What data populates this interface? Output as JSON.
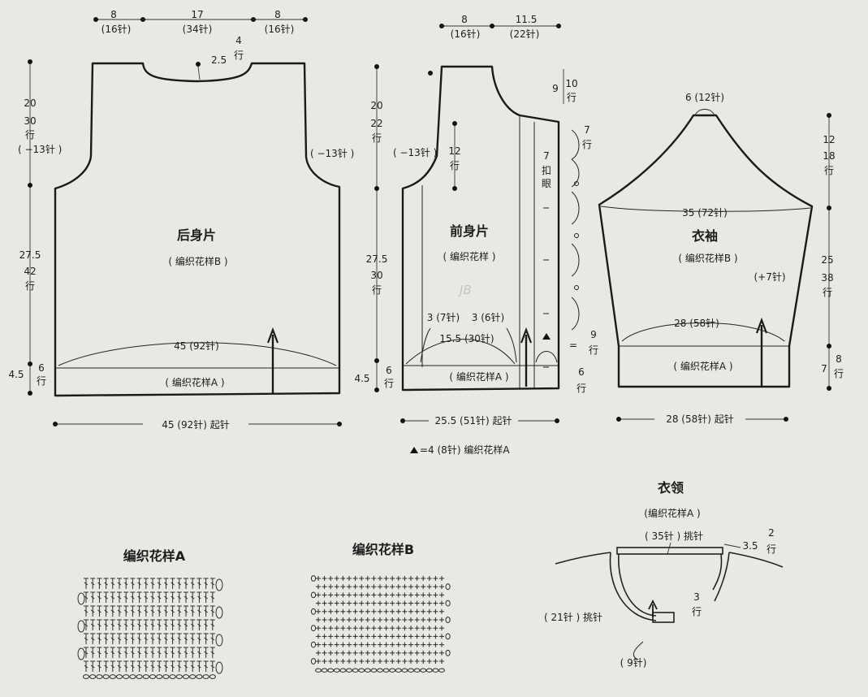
{
  "back": {
    "title": "后身片",
    "pattern_b": "( 编织花样B )",
    "pattern_a": "( 编织花样A )",
    "top_left": "8",
    "top_left_st": "(16针)",
    "top_mid": "17",
    "top_mid_st": "(34针)",
    "top_right": "8",
    "top_right_st": "(16针)",
    "neck_depth": "2.5",
    "neck_rows": "4",
    "neck_rows_unit": "行",
    "armhole_h": "20",
    "armhole_rows": "30",
    "armhole_rows_unit": "行",
    "dec_left": "( −13针 )",
    "dec_right": "( −13针 )",
    "body_h": "27.5",
    "body_rows": "42",
    "body_rows_unit": "行",
    "rib_h": "4.5",
    "rib_rows": "6",
    "rib_rows_unit": "行",
    "width_arc": "45 (92针)",
    "cast_on": "45 (92针) 起针"
  },
  "front": {
    "title": "前身片",
    "pattern_b": "( 编织花样 )",
    "pattern_a": "( 编织花样A )",
    "top_left": "8",
    "top_left_st": "(16针)",
    "top_right": "11.5",
    "top_right_st": "(22针)",
    "neck_h": "9",
    "neck_rows": "10",
    "neck_rows_unit": "行",
    "armhole_h": "20",
    "armhole_rows": "22",
    "armhole_rows_unit": "行",
    "dec_left": "( −13针 )",
    "armhole_inner": "12",
    "armhole_inner_unit": "行",
    "band_rows_top": "7",
    "band_rows_top_unit": "行",
    "buttonholes": "7",
    "buttonholes_unit1": "扣",
    "buttonholes_unit2": "眼",
    "body_h": "27.5",
    "body_rows": "30",
    "body_rows_unit": "行",
    "band_a": "3 (7针)",
    "band_b": "3 (6针)",
    "width_arc": "15.5 (30针)",
    "band_rows_9": "9",
    "band_rows_9_unit": "行",
    "rib_h": "4.5",
    "rib_rows": "6",
    "rib_rows_unit": "行",
    "band_rows_6": "6",
    "band_rows_6_unit": "行",
    "eq": "=",
    "cast_on": "25.5 (51针) 起针",
    "note": "=4 (8针) 编织花样A"
  },
  "sleeve": {
    "title": "衣袖",
    "pattern_b": "( 编织花样B )",
    "pattern_a": "( 编织花样A )",
    "top": "6 (12针)",
    "cap_h": "12",
    "cap_rows": "18",
    "cap_rows_unit": "行",
    "width": "35 (72针)",
    "length": "25",
    "length_rows": "38",
    "length_rows_unit": "行",
    "inc": "(+7针)",
    "cuff_width": "28 (58针)",
    "cuff_h": "7",
    "cuff_rows": "8",
    "cuff_rows_unit": "行",
    "cast_on": "28 (58针) 起针"
  },
  "collar": {
    "title": "衣领",
    "pattern": "(编织花样A )",
    "pick_back": "( 35针 ) 挑针",
    "height": "3.5",
    "height_rows": "2",
    "height_rows_unit": "行",
    "pick_front": "( 21针 ) 挑针",
    "rows3": "3",
    "rows3_unit": "行",
    "cut": "( 9针)"
  },
  "charts": {
    "a_title": "编织花样A",
    "b_title": "编织花样B"
  },
  "watermark": "JB"
}
